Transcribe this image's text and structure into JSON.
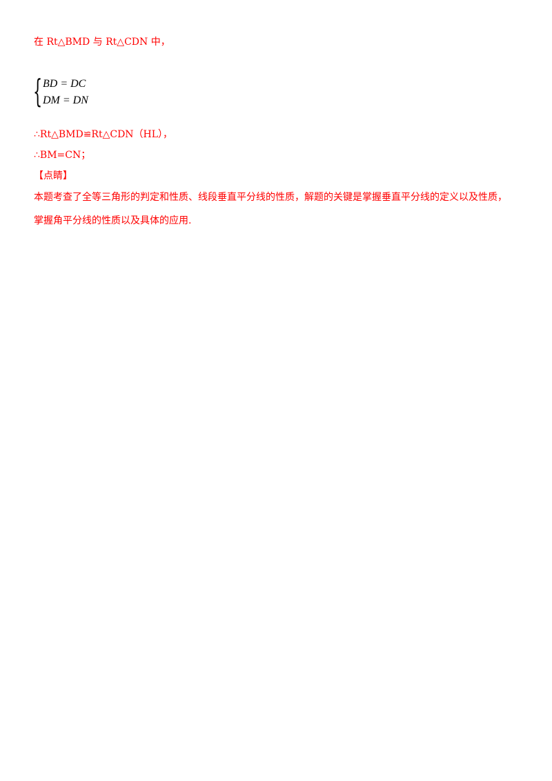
{
  "intro": "在 Rt△BMD 与 Rt△CDN 中，",
  "system": {
    "brace": "{",
    "eq1": "BD = DC",
    "eq2": "DM = DN"
  },
  "conclusion1": "∴Rt△BMD≌Rt△CDN（HL），",
  "conclusion2": "∴BM=CN；",
  "section_heading": "【点睛】",
  "comment_line1": "本题考查了全等三角形的判定和性质、线段垂直平分线的性质，解题的关键是掌握垂直平分线的定义以及性质，",
  "comment_line2": "掌握角平分线的性质以及具体的应用."
}
